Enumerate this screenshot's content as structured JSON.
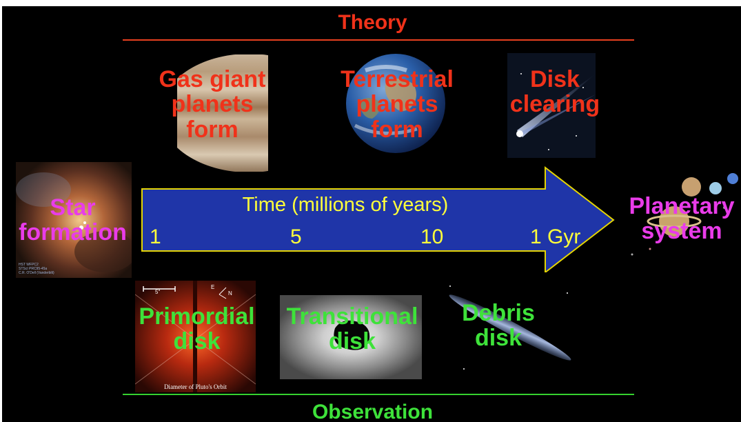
{
  "header": {
    "theory": "Theory",
    "observation": "Observation"
  },
  "theory_stages": [
    {
      "lines": [
        "Gas giant",
        "planets",
        "form"
      ],
      "image": "jupiter-image"
    },
    {
      "lines": [
        "Terrestrial",
        "planets",
        "form"
      ],
      "image": "earth-image"
    },
    {
      "lines": [
        "Disk",
        "clearing"
      ],
      "image": "comet-image"
    }
  ],
  "observation_stages": [
    {
      "lines": [
        "Primordial",
        "disk"
      ],
      "image": "primordial-disk-image",
      "scale_bar": "5\"",
      "compass": [
        "E",
        "N"
      ],
      "caption": "Diameter of Pluto's Orbit"
    },
    {
      "lines": [
        "Transitional",
        "disk"
      ],
      "image": "transitional-disk-image"
    },
    {
      "lines": [
        "Debris",
        "disk"
      ],
      "image": "debris-disk-image"
    }
  ],
  "endpoints": {
    "start": {
      "lines": [
        "Star",
        "formation"
      ],
      "image": "star-forming-nebula-image",
      "caption": [
        "HST WFPC2",
        "STScI PRC95-45a",
        "C.R. O'Dell (Vanderbilt)"
      ]
    },
    "end": {
      "lines": [
        "Planetary",
        "system"
      ],
      "image": "solar-system-image"
    }
  },
  "timeline": {
    "title": "Time (millions of years)",
    "ticks": [
      "1",
      "5",
      "10",
      "1 Gyr"
    ]
  },
  "colors": {
    "theory": "#f0321a",
    "observation": "#3ee23a",
    "endpoint": "#e93ce9",
    "arrow_fill": "#1f35a8",
    "arrow_text": "#ffff3a"
  }
}
